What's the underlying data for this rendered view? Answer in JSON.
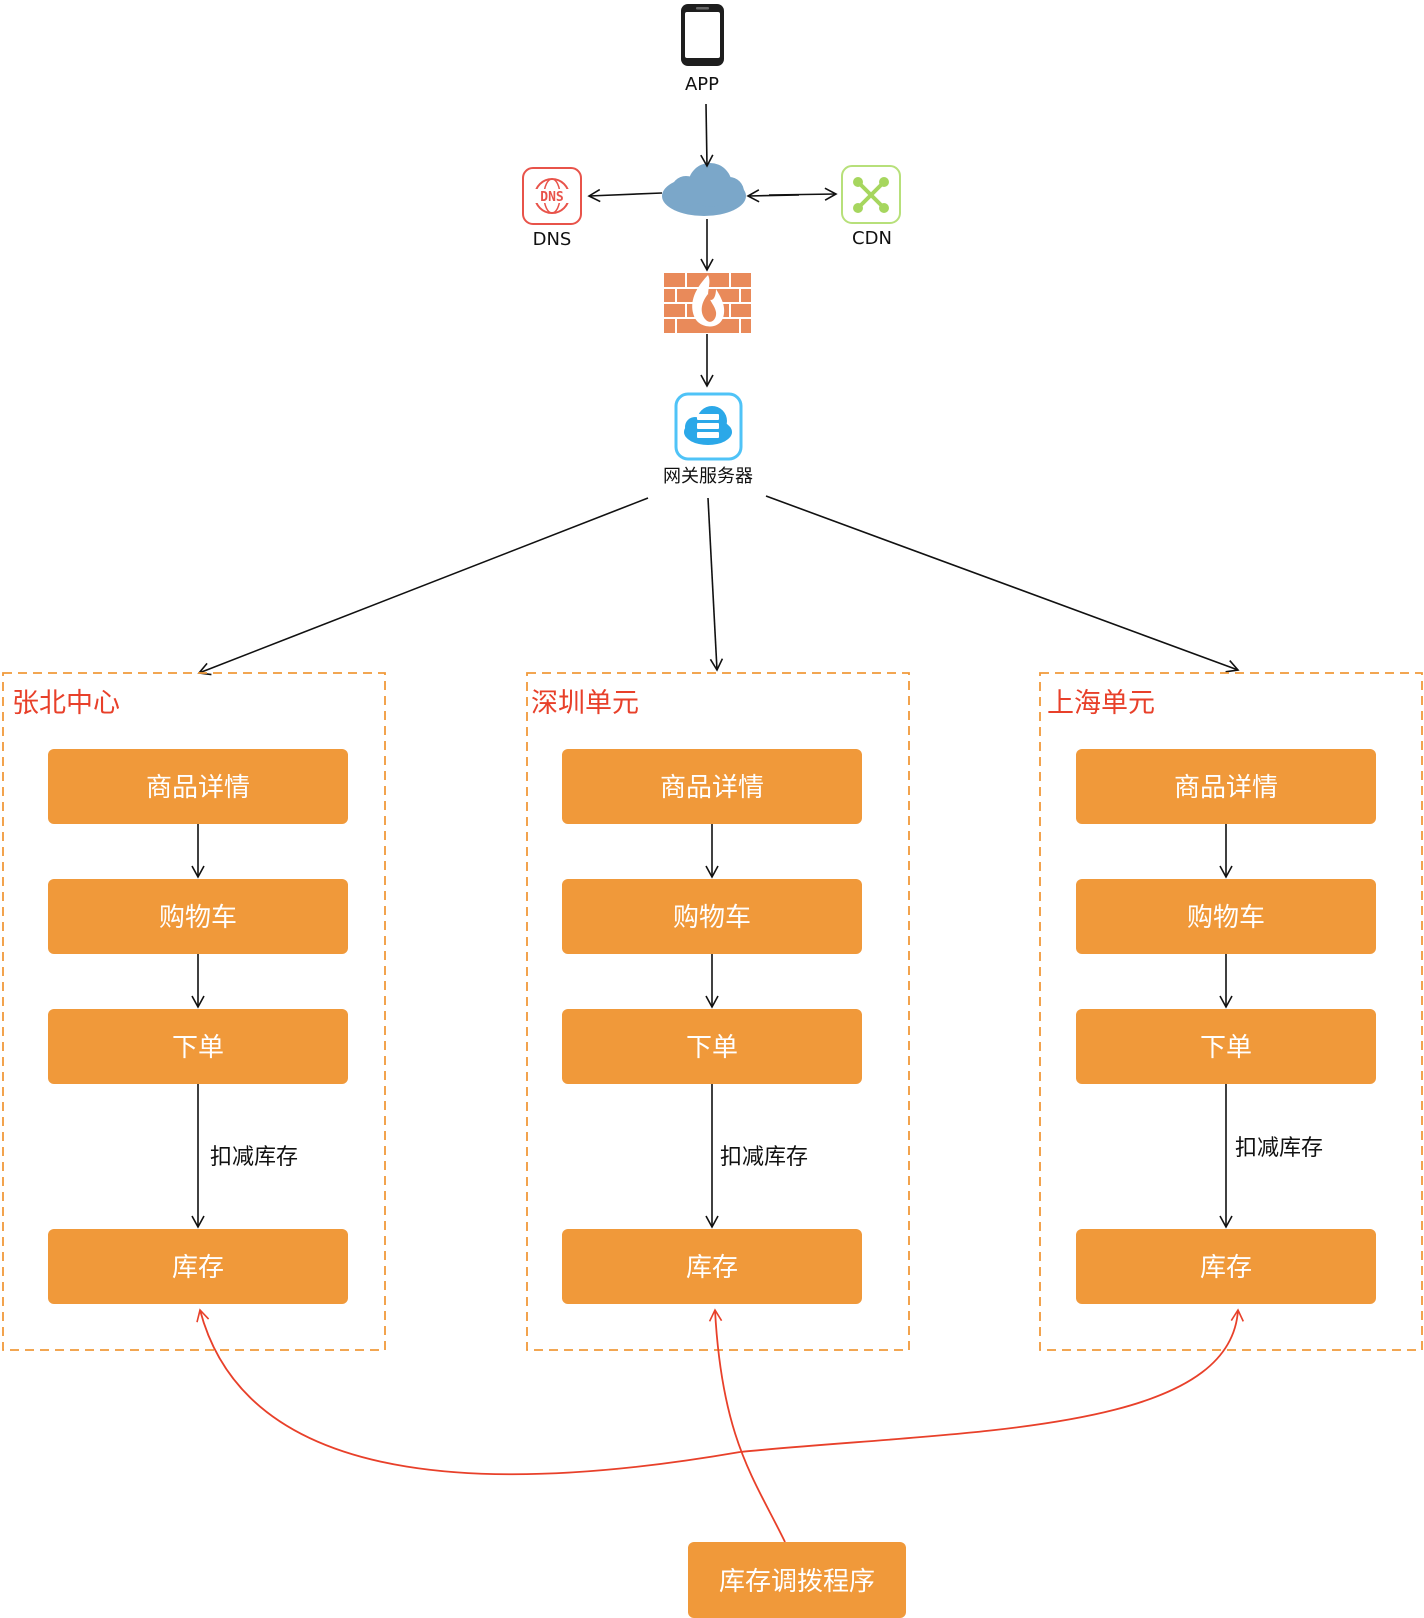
{
  "colors": {
    "box_fill": "#F0993A",
    "region_border": "#F0993A",
    "region_title": "#E8402A",
    "red_arrow": "#E8402A",
    "cloud": "#7BA7C9",
    "firewall": "#E98A5A",
    "dns": "#E8534A",
    "cdn": "#B7E07A",
    "gateway": "#4FC3F7"
  },
  "nodes": {
    "app": {
      "label": "APP",
      "icon": "phone-icon"
    },
    "cloud": {
      "icon": "cloud-icon"
    },
    "dns": {
      "label": "DNS",
      "icon": "dns-icon"
    },
    "cdn": {
      "label": "CDN",
      "icon": "cdn-icon"
    },
    "firewall": {
      "icon": "firewall-icon"
    },
    "gateway": {
      "label": "网关服务器",
      "icon": "gateway-server-icon"
    }
  },
  "units": [
    {
      "title": "张北中心",
      "steps": [
        "商品详情",
        "购物车",
        "下单",
        "库存"
      ],
      "edge_label": "扣减库存"
    },
    {
      "title": "深圳单元",
      "steps": [
        "商品详情",
        "购物车",
        "下单",
        "库存"
      ],
      "edge_label": "扣减库存"
    },
    {
      "title": "上海单元",
      "steps": [
        "商品详情",
        "购物车",
        "下单",
        "库存"
      ],
      "edge_label": "扣减库存"
    }
  ],
  "allocator": {
    "label": "库存调拨程序"
  }
}
